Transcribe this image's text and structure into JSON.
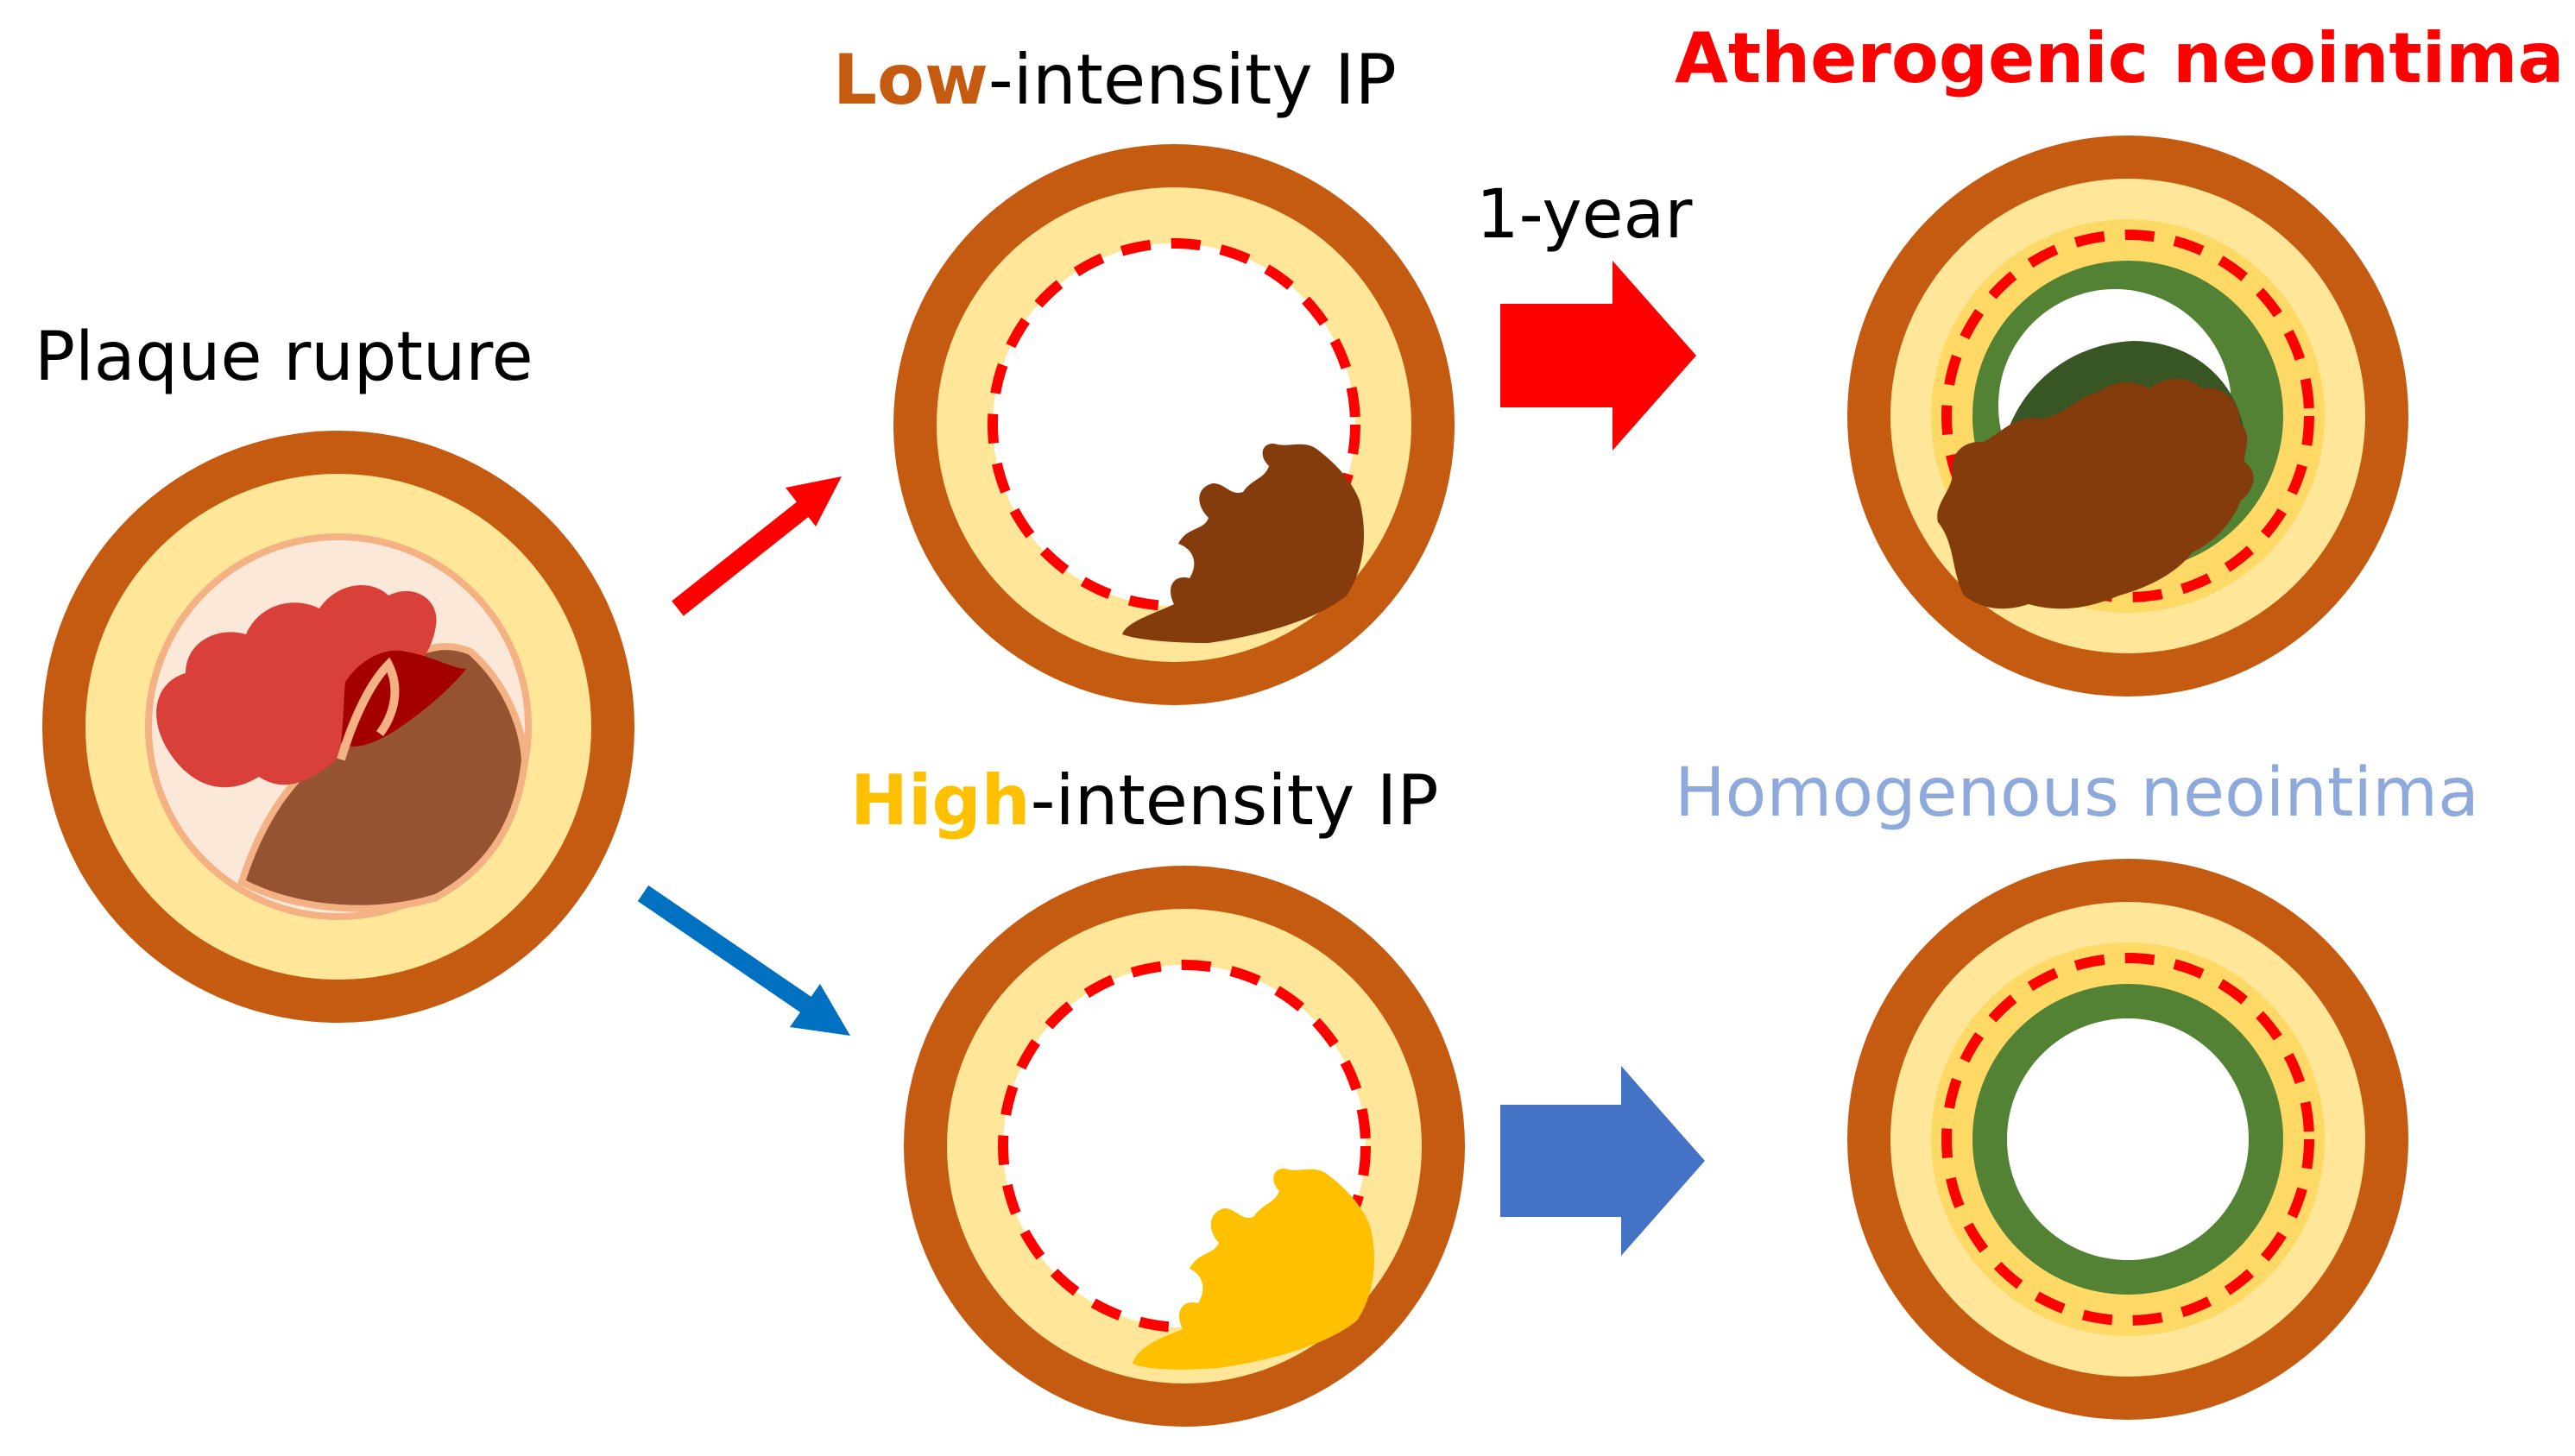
{
  "labels": {
    "plaque_rupture": "Plaque rupture",
    "low_accent": "Low",
    "low_rest": "-intensity IP",
    "high_accent": "High",
    "high_rest": "-intensity IP",
    "atherogenic": "Atherogenic neointima",
    "homogenous": "Homogenous neointima",
    "one_year": "1-year"
  },
  "colors": {
    "vessel_outer": "#C55A11",
    "vessel_inner": "#FFE699",
    "lumen": "#FFFFFF",
    "stent_dash": "#FF0000",
    "low_ip": "#843C0C",
    "high_ip": "#FFC000",
    "neointima_green": "#548235",
    "dark_green": "#375623",
    "thrombus_red": "#D9403A",
    "dark_red": "#A50000",
    "necrotic_core": "#955331",
    "arrow_red": "#FF0000",
    "arrow_blue": "#0070C0",
    "arrow_blue_block": "#4472C4",
    "label_low": "#C55A11",
    "label_high": "#FFC000",
    "label_atherogenic": "#FF0000",
    "label_homogenous": "#8EA9DB"
  }
}
